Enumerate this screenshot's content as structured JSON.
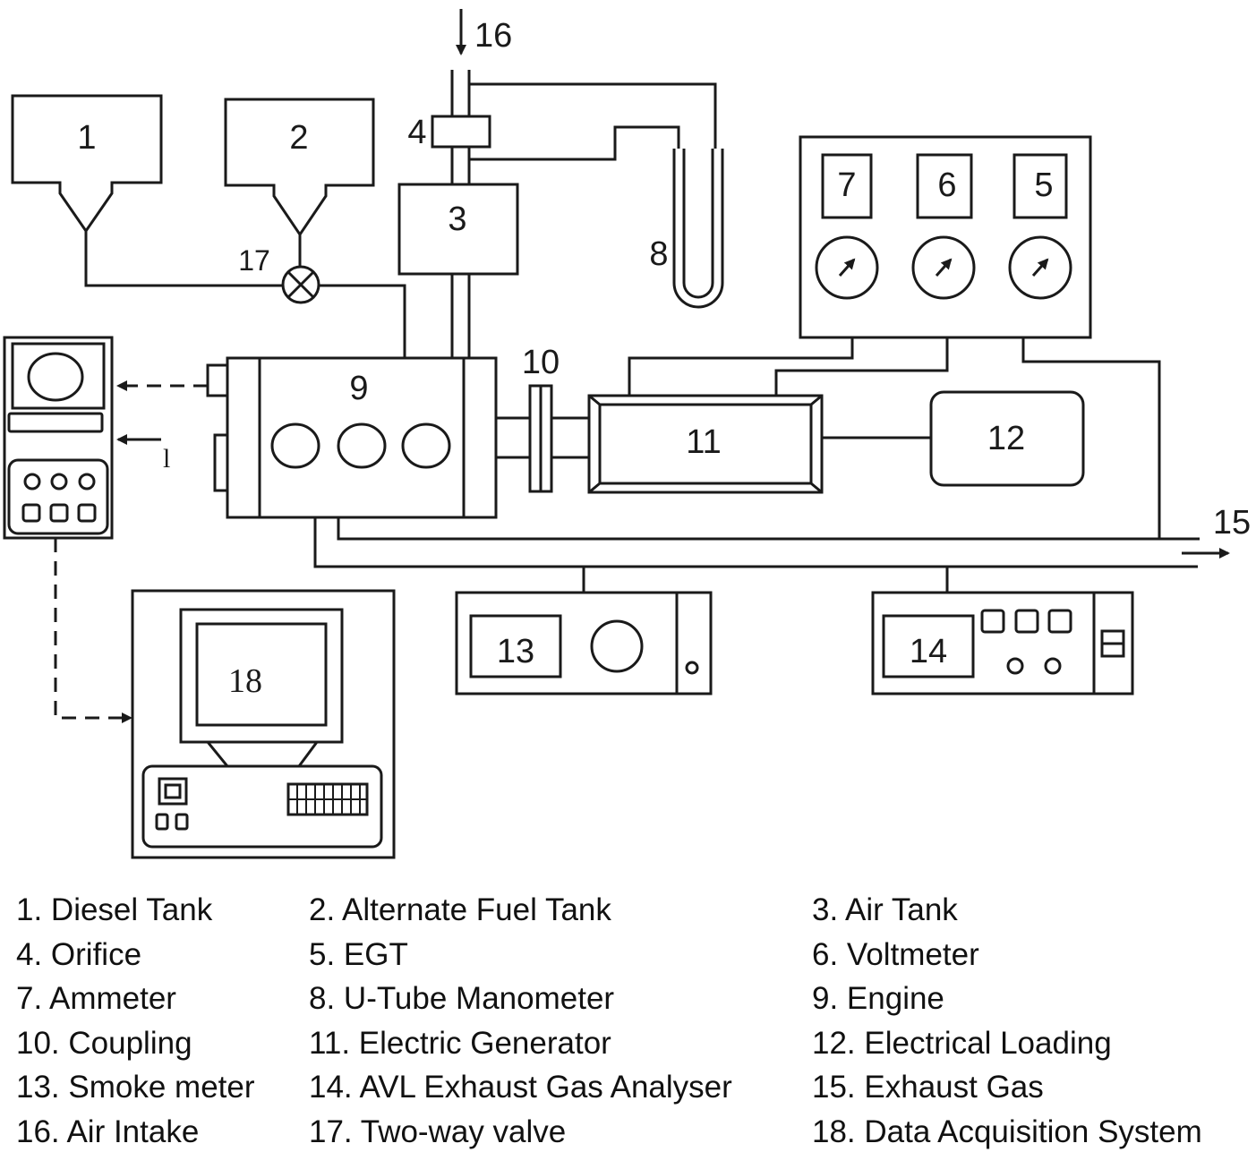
{
  "labels": {
    "c1": "1",
    "c2": "2",
    "c3": "3",
    "c4": "4",
    "c5": "5",
    "c6": "6",
    "c7": "7",
    "c8": "8",
    "c9": "9",
    "c10": "10",
    "c11": "11",
    "c12": "12",
    "c13": "13",
    "c14": "14",
    "c15": "15",
    "c16": "16",
    "c17": "17",
    "c18": "18",
    "sensor_mark": "l"
  },
  "legend": [
    [
      "1. Diesel Tank",
      "2. Alternate Fuel Tank",
      "3. Air Tank"
    ],
    [
      "4. Orifice",
      "5. EGT",
      "6. Voltmeter"
    ],
    [
      "7. Ammeter",
      "8. U-Tube Manometer",
      "9. Engine"
    ],
    [
      "10. Coupling",
      "11. Electric Generator",
      "12. Electrical Loading"
    ],
    [
      "13. Smoke meter",
      "14. AVL Exhaust Gas Analyser",
      "15. Exhaust Gas"
    ],
    [
      "16. Air Intake",
      "17. Two-way valve",
      "18. Data Acquisition System"
    ]
  ]
}
